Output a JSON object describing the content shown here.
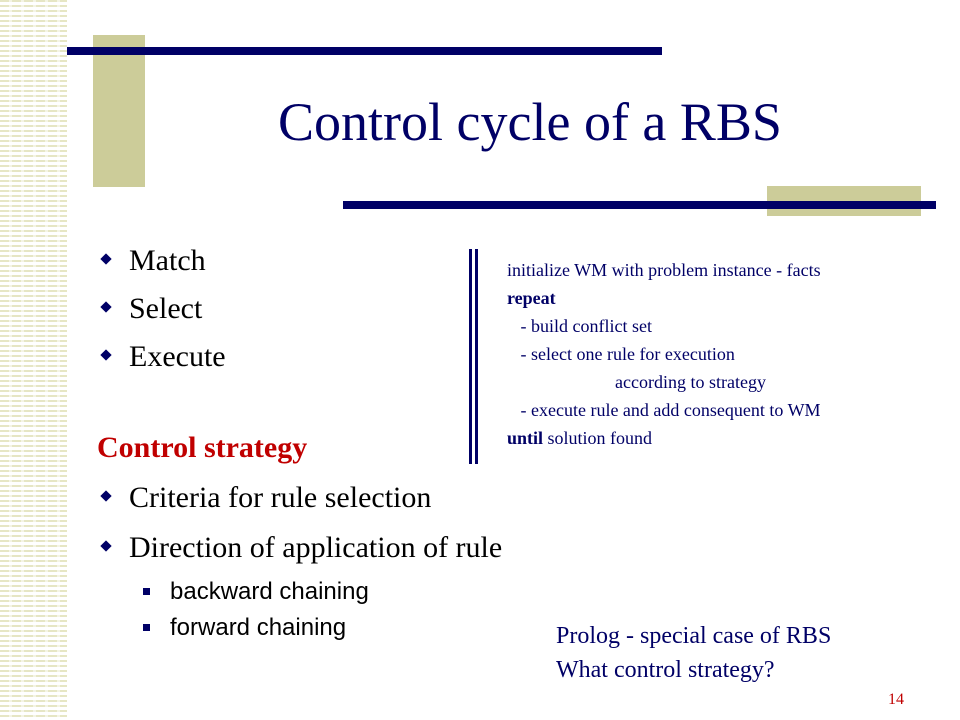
{
  "slide": {
    "title": "Control cycle of a RBS",
    "page_number": "14"
  },
  "bullets": [
    "Match",
    "Select",
    "Execute"
  ],
  "strategy": {
    "heading": "Control strategy",
    "items": [
      "Criteria for rule selection",
      "Direction of application of rule"
    ],
    "sub_items": [
      "backward chaining",
      "forward chaining"
    ]
  },
  "algorithm": {
    "line1": "initialize WM with problem instance - facts",
    "repeat_keyword": "repeat",
    "step1": "   - build conflict set",
    "step2": "   - select one rule for execution",
    "step2_cont": "                        according to strategy",
    "step3": "   - execute rule and add consequent to WM",
    "until_keyword": "until",
    "until_rest": " solution found"
  },
  "note": {
    "line1": "Prolog - special case of RBS",
    "line2": "What control strategy?"
  },
  "colors": {
    "navy": "#000066",
    "red": "#c00000",
    "tan": "#cccc99"
  }
}
